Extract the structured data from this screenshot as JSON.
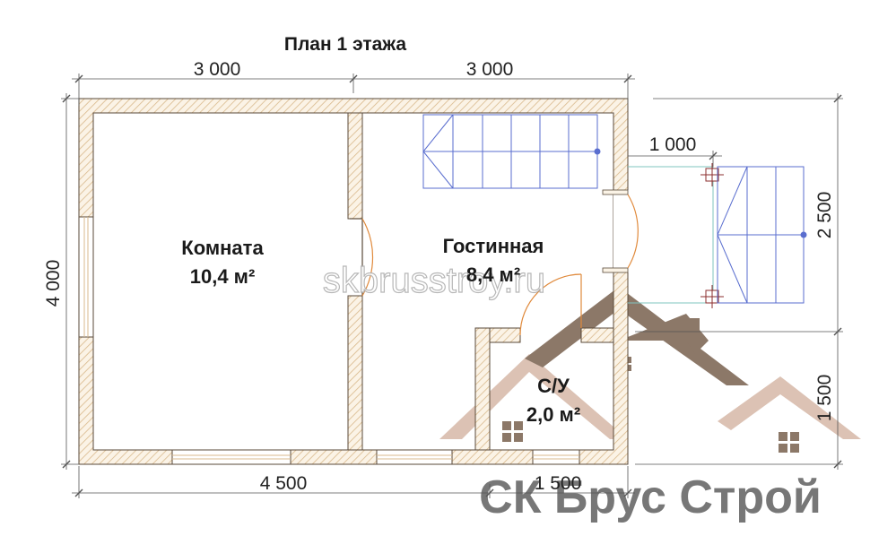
{
  "title": "План 1 этажа",
  "dimensions": {
    "top_left": "3 000",
    "top_right": "3 000",
    "left": "4 000",
    "porch_width": "1 000",
    "right_upper": "2 500",
    "right_lower": "1 500",
    "bottom_left": "4 500",
    "bottom_right": "1 500"
  },
  "rooms": [
    {
      "name": "Комната",
      "area": "10,4 м²"
    },
    {
      "name": "Гостинная",
      "area": "8,4 м²"
    },
    {
      "name": "С/У",
      "area": "2,0 м²"
    }
  ],
  "watermark": "skbrusstroy.ru",
  "logo": {
    "text": "СК Брус Строй"
  },
  "colors": {
    "wall_hatch": "#d9b98c",
    "stairs": "#5a6ecf",
    "door": "#e08a3c",
    "porch": "#7fc4bf",
    "logo_roof_dark": "#8c7868",
    "logo_roof_light": "#dcc2b4",
    "logo_text": "#777777"
  }
}
